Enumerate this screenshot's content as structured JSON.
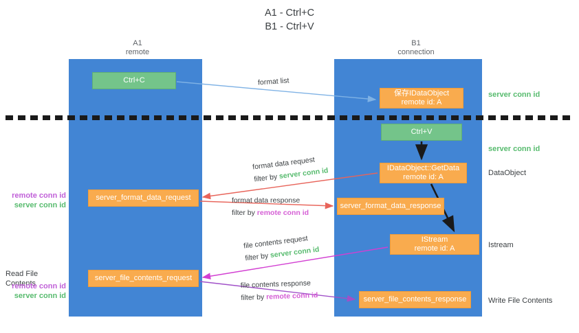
{
  "title": "A1 - Ctrl+C\nB1 - Ctrl+V",
  "columns": {
    "left": {
      "name": "A1",
      "role": "remote",
      "label": "A1\nremote"
    },
    "right": {
      "name": "B1",
      "role": "connection",
      "label": "B1\nconnection"
    }
  },
  "nodes": {
    "ctrl_c": {
      "label": "Ctrl+C",
      "color": "#74c48a"
    },
    "save_idataobject": {
      "label": "保存IDataObject\nremote id: A",
      "color": "#f9ab4e"
    },
    "ctrl_v": {
      "label": "Ctrl+V",
      "color": "#74c48a"
    },
    "idataobject_getdata": {
      "label": "IDataObject::GetData\nremote id: A",
      "color": "#f9ab4e"
    },
    "server_format_data_request": {
      "label": "server_format_data_request",
      "color": "#f9ab4e"
    },
    "server_format_data_response": {
      "label": "server_format_data_response",
      "color": "#f9ab4e"
    },
    "istream": {
      "label": "IStream\nremote id: A",
      "color": "#f9ab4e"
    },
    "server_file_contents_request": {
      "label": "server_file_contents_request",
      "color": "#f9ab4e"
    },
    "server_file_contents_response": {
      "label": "server_file_contents_response",
      "color": "#f9ab4e"
    }
  },
  "edges": {
    "format_list": {
      "label": "format list"
    },
    "format_data_request": {
      "label": "format data request",
      "filter_prefix": "filter by ",
      "filter_key": "server conn id"
    },
    "format_data_response": {
      "label": "format data response",
      "filter_prefix": "filter by ",
      "filter_key": "remote conn id"
    },
    "file_contents_request": {
      "label": "file contents request",
      "filter_prefix": "filter by ",
      "filter_key": "server conn id"
    },
    "file_contents_response": {
      "label": "file contents response",
      "filter_prefix": "filter by ",
      "filter_key": "remote conn id"
    }
  },
  "annotations": {
    "right_server_conn_id_top": "server conn id",
    "right_server_conn_id_second": "server conn id",
    "right_dataobject": "DataObject",
    "right_istream": "Istream",
    "right_write_file": "Write File Contents",
    "left_remote_conn_id_1": "remote conn id",
    "left_server_conn_id_1": "server conn id",
    "left_read_file": "Read File Contents",
    "left_remote_conn_id_2": "remote conn id",
    "left_server_conn_id_2": "server conn id"
  },
  "colors": {
    "lane": "#4285d4",
    "green_box": "#74c48a",
    "orange_box": "#f9ab4e",
    "server_conn_id": "#57bb6e",
    "remote_conn_id": "#c05fd8",
    "arrow_blue": "#7fb2e5",
    "arrow_red": "#e8645a",
    "arrow_magenta": "#d23fd2",
    "arrow_purple": "#a050c8",
    "arrow_black": "#1a1a1a",
    "divider": "#1a1a1a"
  }
}
